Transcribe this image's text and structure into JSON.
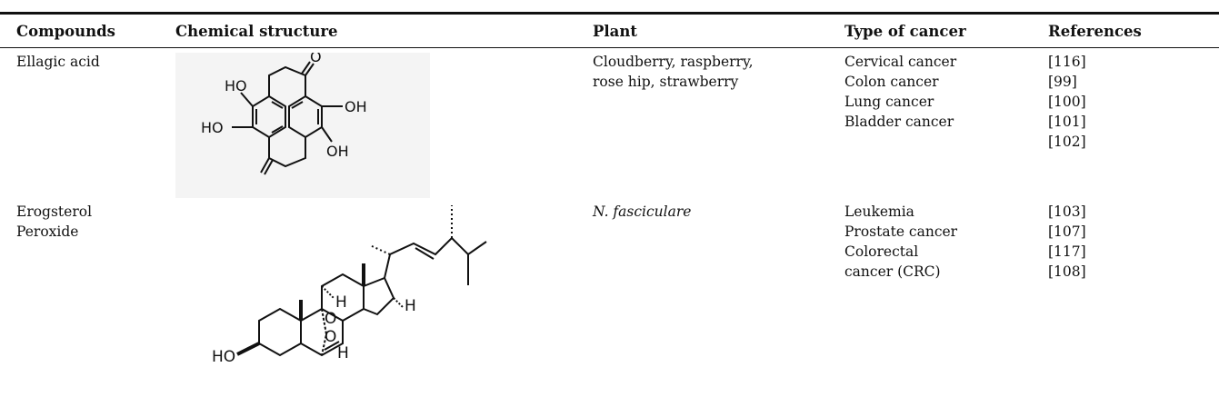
{
  "table": {
    "headers": {
      "compounds": "Compounds",
      "structure": "Chemical structure",
      "plant": "Plant",
      "cancer": "Type of cancer",
      "references": "References"
    },
    "rows": [
      {
        "compound": [
          "Ellagic acid"
        ],
        "plant": [
          "Cloudberry, raspberry,",
          "rose hip, strawberry"
        ],
        "cancer": [
          "Cervical cancer",
          "Colon cancer",
          "Lung cancer",
          "Bladder cancer"
        ],
        "references": [
          "[116]",
          "[99]",
          "[100]",
          "[101]",
          "[102]"
        ],
        "structure_labels": {
          "ho1": "HO",
          "ho2": "HO",
          "oh1": "OH",
          "oh2": "OH",
          "o": "O"
        }
      },
      {
        "compound": [
          "Erogsterol",
          "Peroxide"
        ],
        "plant": [
          "N. fasciculare"
        ],
        "cancer": [
          "Leukemia",
          "Prostate cancer",
          "Colorectal",
          "cancer (CRC)"
        ],
        "references": [
          "[103]",
          "[107]",
          "[117]",
          "[108]"
        ],
        "structure_labels": {
          "ho": "HO",
          "o": "O",
          "h": "H"
        }
      }
    ]
  }
}
